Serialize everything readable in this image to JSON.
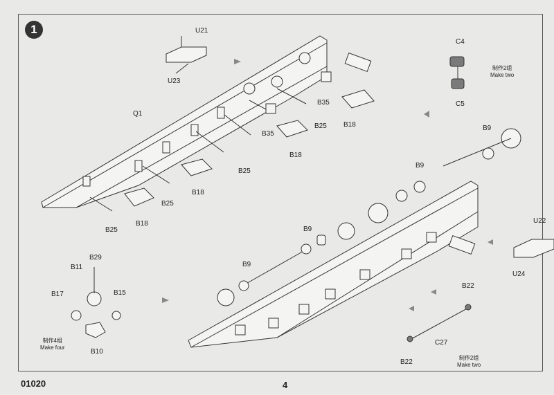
{
  "step_number": "1",
  "footer": {
    "code": "01020",
    "page": "4"
  },
  "labels": {
    "u21": "U21",
    "u23": "U23",
    "q1": "Q1",
    "c4": "C4",
    "c5": "C5",
    "b35a": "B35",
    "b35b": "B35",
    "b25a": "B25",
    "b25b": "B25",
    "b25c": "B25",
    "b25d": "B25",
    "b18a": "B18",
    "b18b": "B18",
    "b18c": "B18",
    "b18d": "B18",
    "b9a": "B9",
    "b9b": "B9",
    "b9c": "B9",
    "b9d": "B9",
    "u22": "U22",
    "u24": "U24",
    "b29": "B29",
    "b11": "B11",
    "b17": "B17",
    "b15": "B15",
    "b10": "B10",
    "b22a": "B22",
    "b22b": "B22",
    "c27": "C27"
  },
  "notes": {
    "make_two_top_cn": "制作2组",
    "make_two_top_en": "Make two",
    "make_four_cn": "制作4组",
    "make_four_en": "Make four",
    "make_two_bottom_cn": "制作2组",
    "make_two_bottom_en": "Make two"
  }
}
